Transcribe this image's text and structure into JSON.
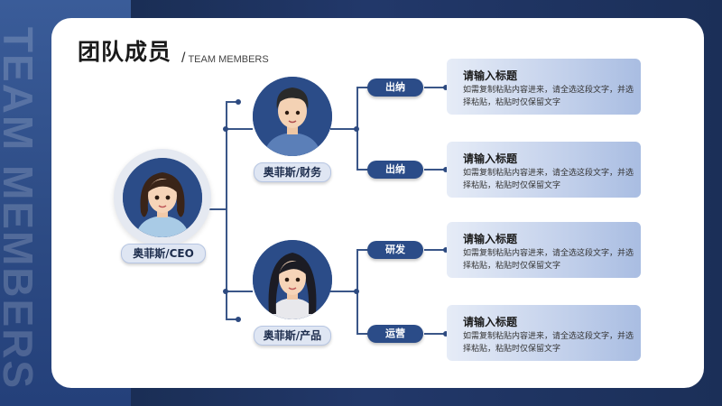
{
  "watermark": "TEAM MEMBERS",
  "header": {
    "title": "团队成员",
    "subtitle": "TEAM MEMBERS"
  },
  "people": {
    "ceo": "奥菲斯/CEO",
    "finance": "奥菲斯/财务",
    "product": "奥菲斯/产品"
  },
  "roles": [
    "出纳",
    "出纳",
    "研发",
    "运营"
  ],
  "cards": [
    {
      "title": "请输入标题",
      "body": "如需复制粘贴内容进来，请全选这段文字，并选择粘贴，粘贴时仅保留文字"
    },
    {
      "title": "请输入标题",
      "body": "如需复制粘贴内容进来，请全选这段文字，并选择粘贴，粘贴时仅保留文字"
    },
    {
      "title": "请输入标题",
      "body": "如需复制粘贴内容进来，请全选这段文字，并选择粘贴，粘贴时仅保留文字"
    },
    {
      "title": "请输入标题",
      "body": "如需复制粘贴内容进来，请全选这段文字，并选择粘贴，粘贴时仅保留文字"
    }
  ]
}
